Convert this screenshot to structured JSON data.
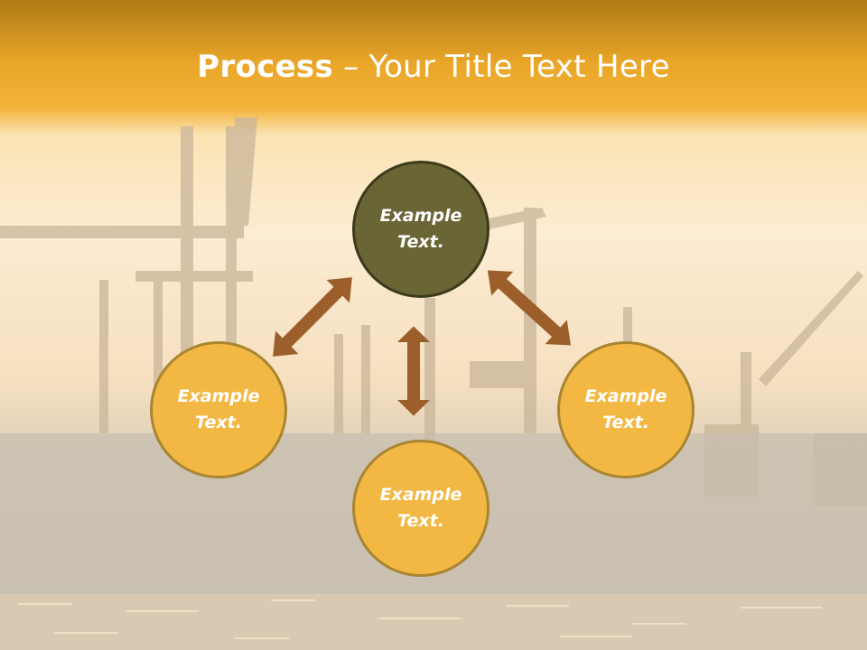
{
  "slide": {
    "title_bold": "Process",
    "title_dash": " – ",
    "title_rest": "Your Title Text Here"
  },
  "nodes": [
    {
      "id": "top",
      "label": "Example Text."
    },
    {
      "id": "left",
      "label": "Example Text."
    },
    {
      "id": "bottom",
      "label": "Example Text."
    },
    {
      "id": "right",
      "label": "Example Text."
    }
  ],
  "colors": {
    "header_band": "#f3b43a",
    "node_primary": "#6a6534",
    "node_accent": "#f3b844",
    "arrow": "#9c5f2b"
  },
  "icons": [
    "double-arrow-icon"
  ]
}
